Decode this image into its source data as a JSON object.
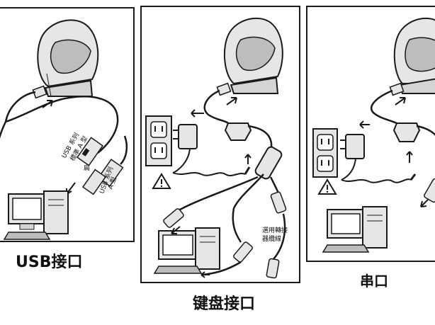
{
  "captions": {
    "usb": "USB接口",
    "keyboard": "键盘接口",
    "serial": "串口"
  },
  "labels": {
    "usb_series_a_1": "USB 系列",
    "usb_series_a_2": "標準 A 型",
    "usb_series_a_3": "USB 系列",
    "usb_series_a_4": "A 型",
    "usb_flat": "扁",
    "kbd_y_cable_1": "選用轉接",
    "kbd_y_cable_2": "器纜線"
  },
  "colors": {
    "line": "#1a1a1a",
    "fill_light": "#e6e6e6",
    "fill_mid": "#bdbdbd",
    "background": "#ffffff"
  },
  "icons": [
    "scanner-icon",
    "computer-icon",
    "wall-outlet-icon",
    "power-adapter-icon",
    "warning-icon",
    "arrow-icon"
  ]
}
